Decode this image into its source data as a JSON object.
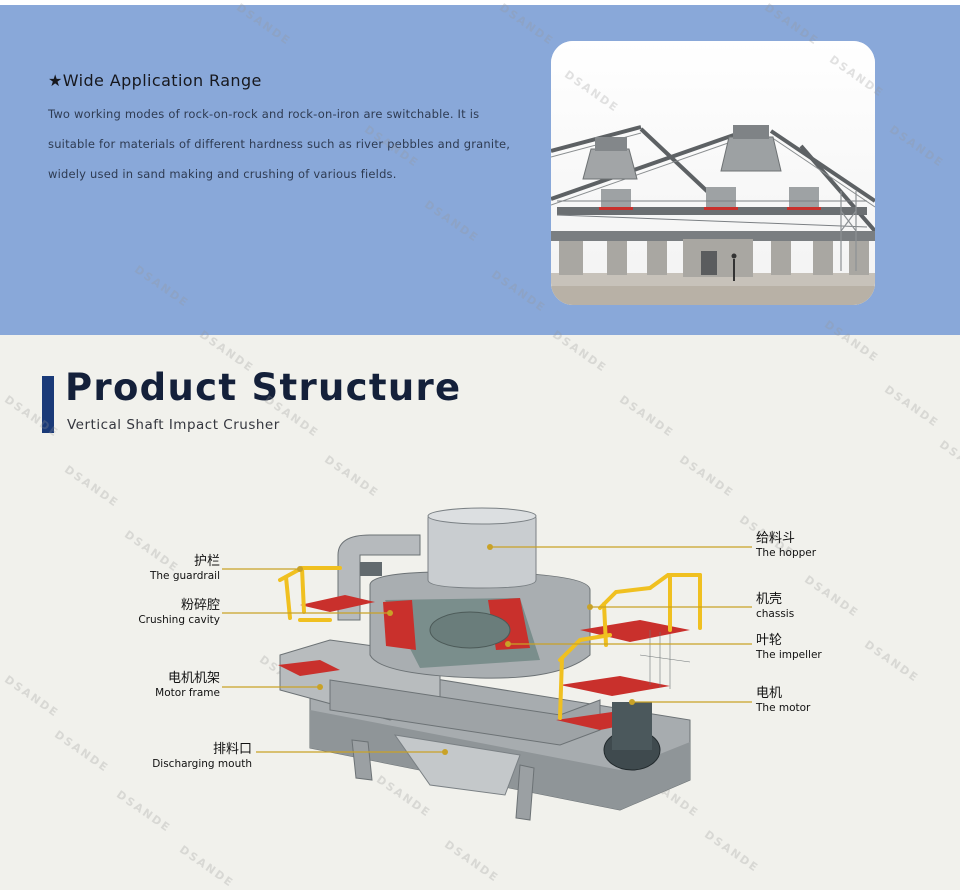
{
  "application": {
    "title": "★Wide Application Range",
    "description": "Two working modes of rock-on-rock and rock-on-iron are switchable. It is suitable for materials of different hardness such as river pebbles and granite, widely used in sand making and crushing of various fields."
  },
  "structure": {
    "title": "Product Structure",
    "subtitle": "Vertical Shaft Impact Crusher"
  },
  "labels": {
    "guardrail": {
      "cn": "护栏",
      "en": "The guardrail"
    },
    "crushing_cavity": {
      "cn": "粉碎腔",
      "en": "Crushing cavity"
    },
    "motor_frame": {
      "cn": "电机机架",
      "en": "Motor frame"
    },
    "discharging_mouth": {
      "cn": "排料口",
      "en": "Discharging mouth"
    },
    "hopper": {
      "cn": "给料斗",
      "en": "The hopper"
    },
    "chassis": {
      "cn": "机壳",
      "en": "chassis"
    },
    "impeller": {
      "cn": "叶轮",
      "en": "The impeller"
    },
    "motor": {
      "cn": "电机",
      "en": "The motor"
    }
  },
  "watermark": "DSANDE",
  "colors": {
    "banner_bg": "#89a8d9",
    "accent_bar": "#1a3a78",
    "leader_line": "#c9a227",
    "guardrail": "#f0c020",
    "platform": "#c9302c"
  }
}
